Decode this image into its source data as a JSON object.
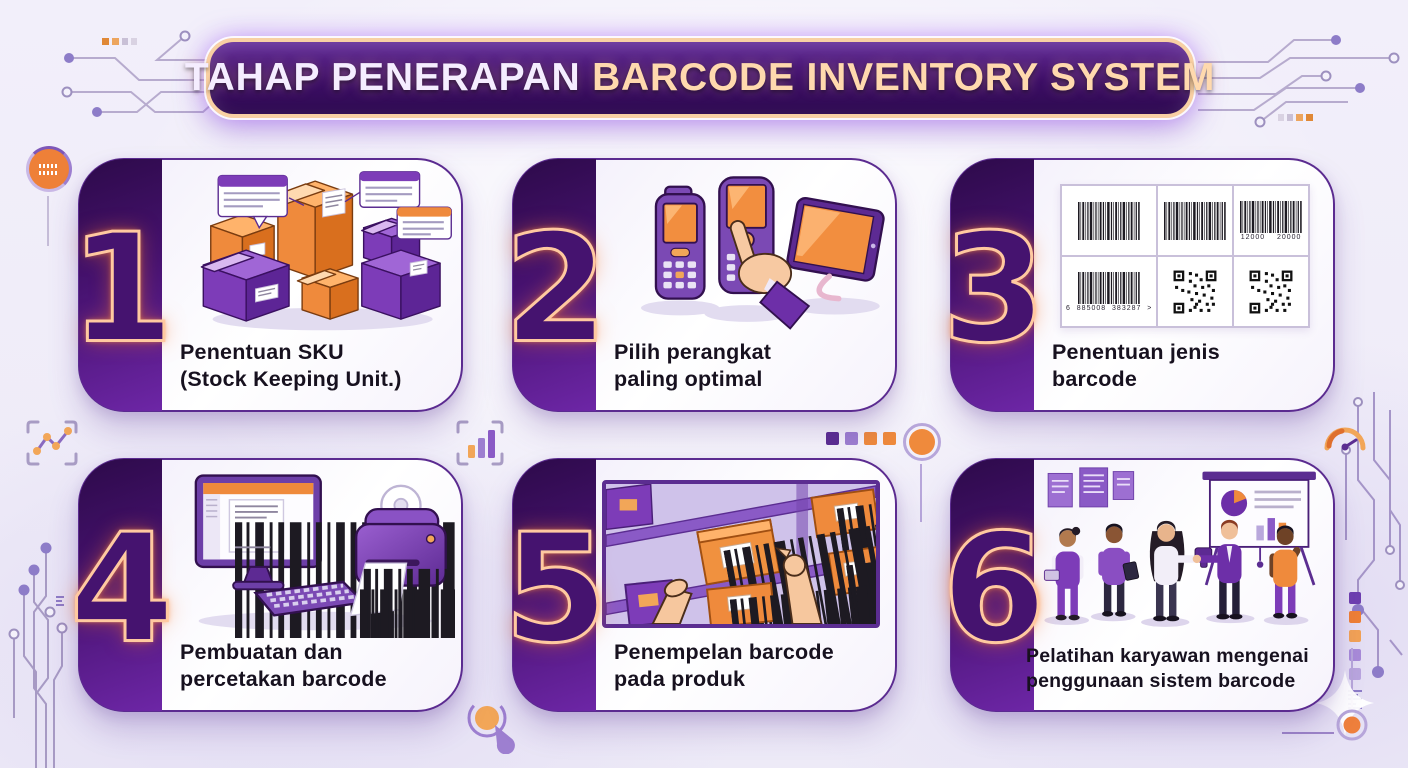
{
  "title": {
    "prefix": "TAHAP PENERAPAN ",
    "highlight": "BARCODE INVENTORY SYSTEM"
  },
  "steps": [
    {
      "number": "1",
      "line1": "Penentuan SKU",
      "line2": "(Stock Keeping Unit.)",
      "illustration": "isometric-boxes-with-sku-tags"
    },
    {
      "number": "2",
      "line1": "Pilih perangkat",
      "line2": "paling optimal",
      "illustration": "handheld-scanners-tablet-and-pointing-hand"
    },
    {
      "number": "3",
      "line1": "Penentuan jenis",
      "line2": "barcode",
      "illustration": "barcode-and-qr-code-samples"
    },
    {
      "number": "4",
      "line1": "Pembuatan dan",
      "line2": "percetakan barcode",
      "illustration": "computer-and-label-printer"
    },
    {
      "number": "5",
      "line1": "Penempelan barcode",
      "line2": "pada produk",
      "illustration": "applying-barcode-labels-on-boxes"
    },
    {
      "number": "6",
      "line1": "Pelatihan karyawan mengenai",
      "line2": "penggunaan sistem barcode",
      "illustration": "employee-training-session"
    }
  ],
  "barcode_samples": {
    "ean_digits": "6  885008  383287  >",
    "price_digits": "12000    20000"
  },
  "colors": {
    "page_bg": "#efecf8",
    "deep_purple": "#3c0e66",
    "band_purple": "#46126f",
    "mid_purple": "#7d3cb8",
    "accent_orange": "#ef8a3c",
    "neon_peach": "#ffc9a0",
    "caption_text": "#17111f"
  }
}
